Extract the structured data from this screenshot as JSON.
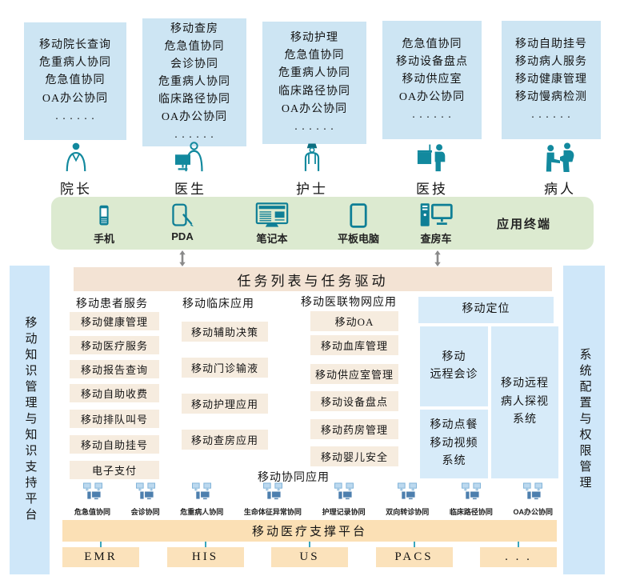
{
  "colors": {
    "top_box_bg": "#cde5f3",
    "terminal_bar_bg": "#dcead0",
    "task_bar_bg": "#f3e3d4",
    "app_box_bg": "#f6ecdf",
    "feature_box_bg": "#d7ebf9",
    "sidebar_bg": "#cfe7f9",
    "support_bar_bg": "#fbe0b5",
    "system_box_bg": "#fbe2bb",
    "icon_teal": "#12899e",
    "device_teal": "#0f7f96",
    "arrow_gray": "#8a8a8a",
    "collab_light_blue": "#bcd9ef",
    "collab_dark_blue": "#4d7fae"
  },
  "top_boxes": [
    "移动院长查询\n危重病人协同\n危急值协同\nOA办公协同\n. . . . . .",
    "移动查房\n危急值协同\n会诊协同\n危重病人协同\n临床路径协同\nOA办公协同\n. . . . . .",
    "移动护理\n危急值协同\n危重病人协同\n临床路径协同\nOA办公协同\n. . . . . .",
    "危急值协同\n移动设备盘点\n移动供应室\nOA办公协同\n. . . . . .",
    "移动自助挂号\n移动病人服务\n移动健康管理\n移动慢病检测\n. . . . . ."
  ],
  "roles": [
    {
      "label": "院长",
      "icon": "dean-icon"
    },
    {
      "label": "医生",
      "icon": "doctor-icon"
    },
    {
      "label": "护士",
      "icon": "nurse-icon"
    },
    {
      "label": "医技",
      "icon": "technician-icon"
    },
    {
      "label": "病人",
      "icon": "patient-icon"
    }
  ],
  "terminal_bar": {
    "label": "应用终端",
    "devices": [
      {
        "label": "手机",
        "icon": "mobile-phone-icon"
      },
      {
        "label": "PDA",
        "icon": "pda-stylus-icon"
      },
      {
        "label": "笔记本",
        "icon": "notebook-icon"
      },
      {
        "label": "平板电脑",
        "icon": "tablet-icon"
      },
      {
        "label": "查房车",
        "icon": "ward-round-cart-icon"
      }
    ]
  },
  "task_bar": "任务列表与任务驱动",
  "left_sidebar": "移动知识管理与知识支持平台",
  "right_sidebar": "系统配置与权限管理",
  "columns": {
    "patient": {
      "header": "移动患者服务",
      "items": [
        "移动健康管理",
        "移动医疗服务",
        "移动报告查询",
        "移动自助收费",
        "移动排队叫号",
        "移动自助挂号",
        "电子支付"
      ]
    },
    "clinical": {
      "header": "移动临床应用",
      "items": [
        "移动辅助决策",
        "移动门诊输液",
        "移动护理应用",
        "移动查房应用"
      ]
    },
    "iot": {
      "header": "移动医联物网应用",
      "items": [
        "移动OA",
        "移动血库管理",
        "移动供应室管理",
        "移动设备盘点",
        "移动药房管理",
        "移动婴儿安全"
      ]
    }
  },
  "features": {
    "locate": "移动定位",
    "consult": "移动\n远程会诊",
    "meal_video": "移动点餐\n移动视频\n系统",
    "remote_visit": "移动远程\n病人探视\n系统"
  },
  "collab": {
    "header": "移动协同应用",
    "icon": "networked-computers-icon",
    "items": [
      "危急值协同",
      "会诊协同",
      "危重病人协同",
      "生命体征异常协同",
      "护理记录协同",
      "双向转诊协同",
      "临床路径协同",
      "OA办公协同"
    ]
  },
  "support_bar": "移动医疗支撑平台",
  "systems": [
    "EMR",
    "HIS",
    "US",
    "PACS",
    ". . ."
  ]
}
